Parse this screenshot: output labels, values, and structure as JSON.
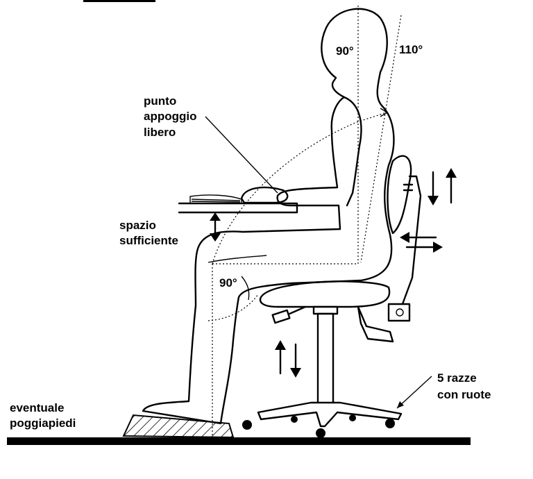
{
  "labels": {
    "angle_head": "90°",
    "angle_back": "110°",
    "free_support_line1": "punto",
    "free_support_line2": "appoggio",
    "free_support_line3": "libero",
    "space_line1": "spazio",
    "space_line2": "sufficiente",
    "angle_knee": "90°",
    "spokes_line1": "5 razze",
    "spokes_line2": "con ruote",
    "footrest_line1": "eventuale",
    "footrest_line2": "poggiapiedi"
  }
}
